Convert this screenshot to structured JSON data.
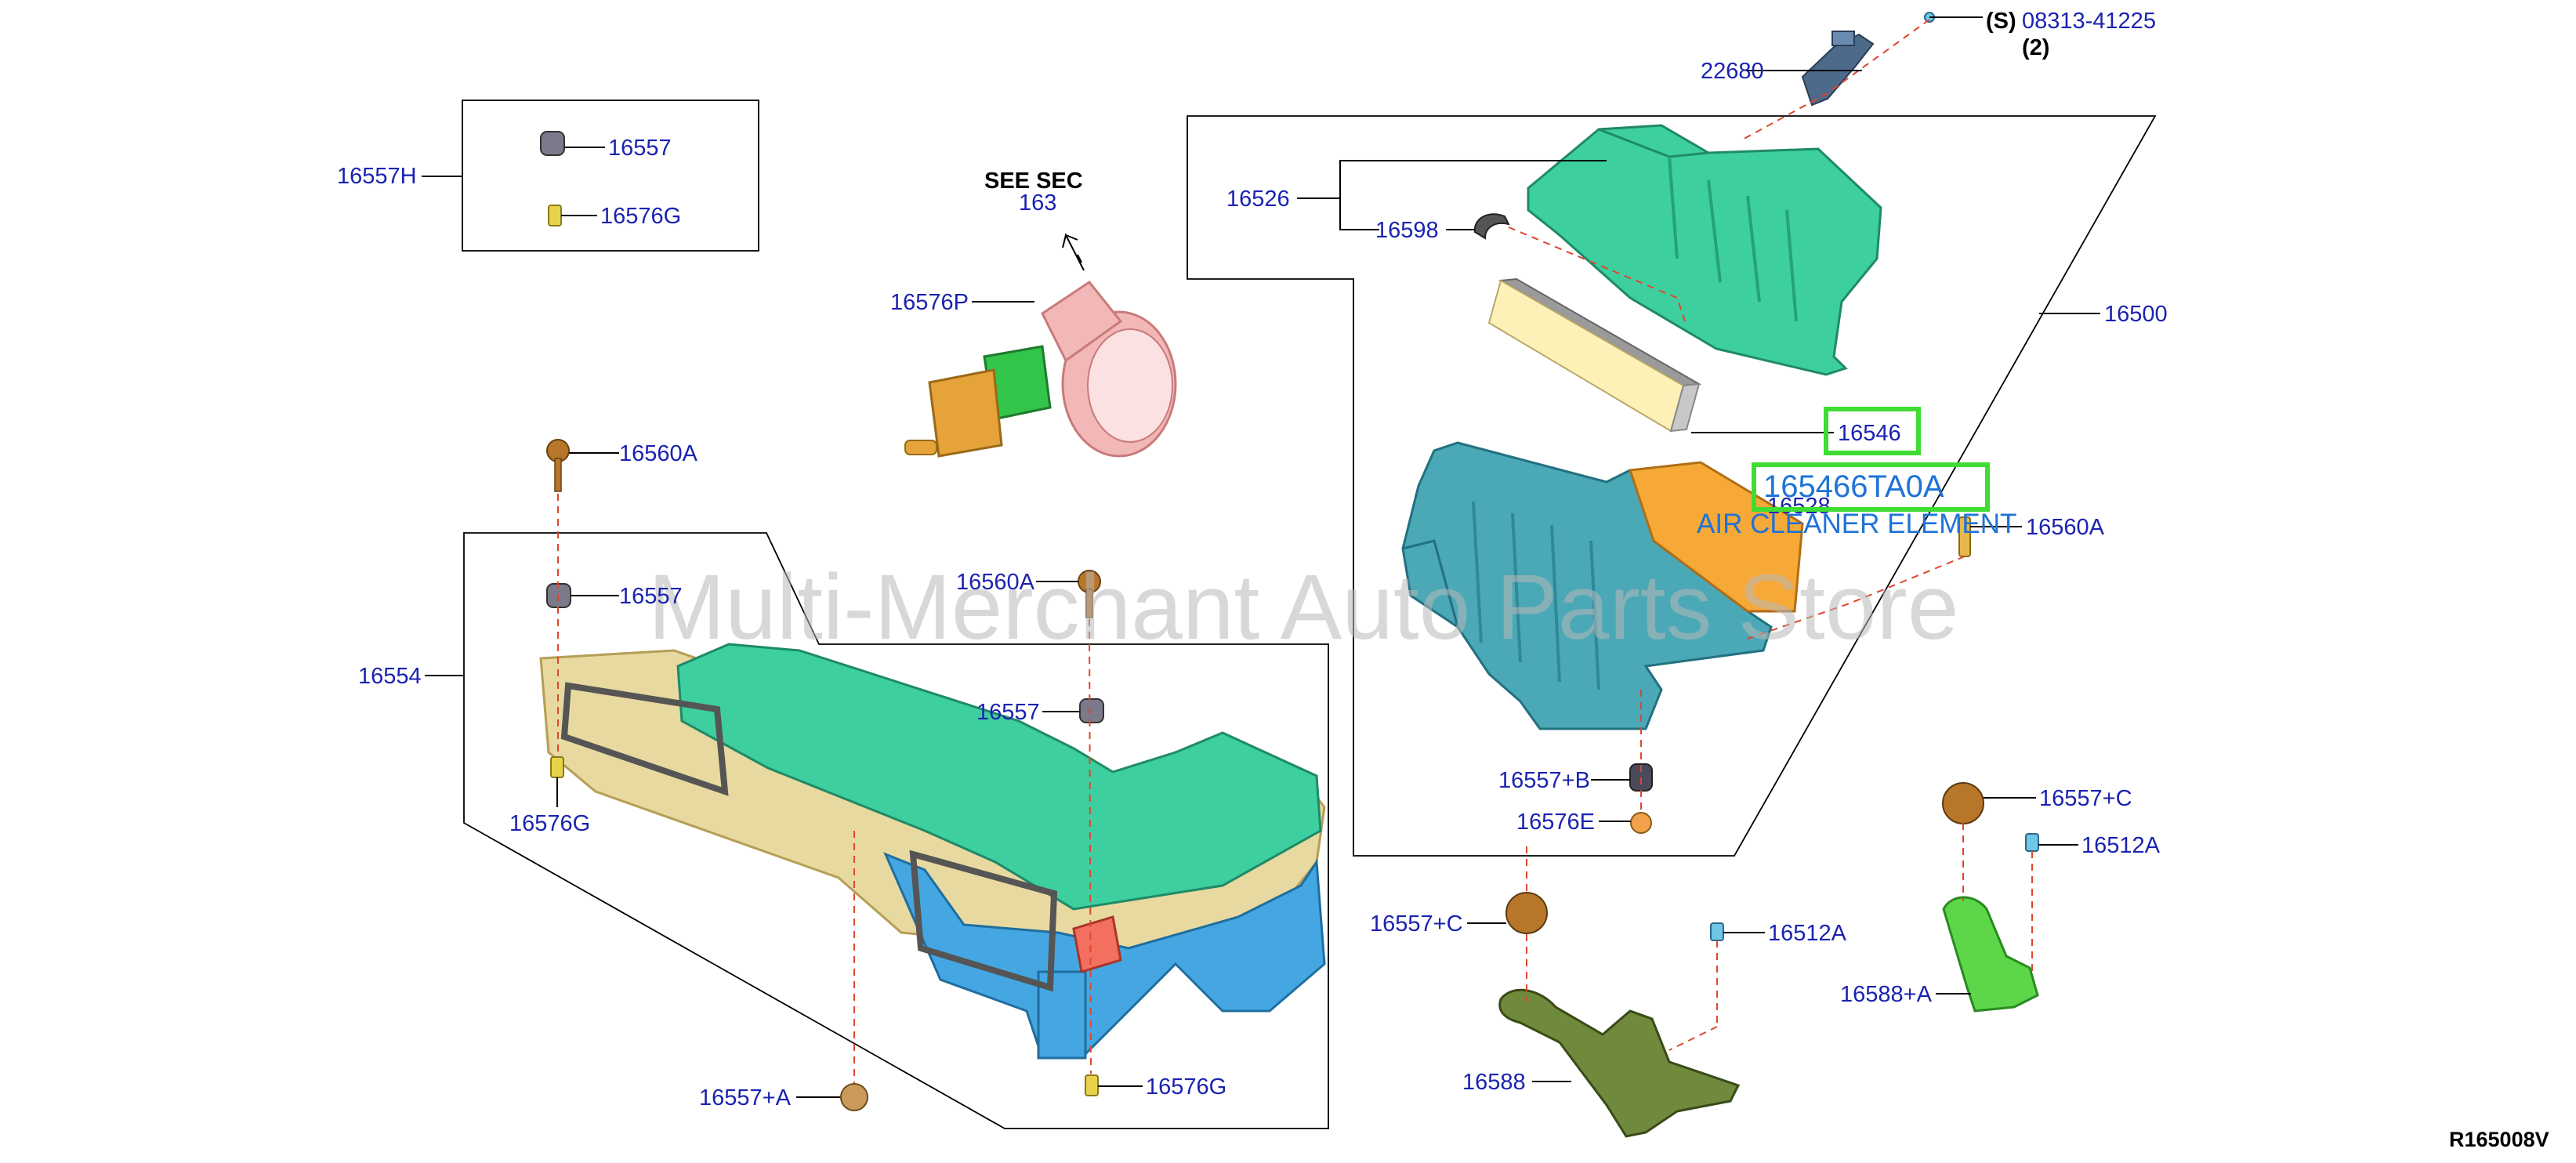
{
  "labels": {
    "p22680": "22680",
    "p08313": "08313-41225",
    "s_prefix": "(S)",
    "qty": "(2)",
    "p16557H": "16557H",
    "p16557_box": "16557",
    "p16576G_box": "16576G",
    "see_sec": "SEE SEC",
    "sec_num": "163",
    "p16576P": "16576P",
    "p16526": "16526",
    "p16598": "16598",
    "p16500": "16500",
    "p16546": "16546",
    "p16528": "16528",
    "p16560A_right": "16560A",
    "p16560A_left": "16560A",
    "p16557_left": "16557",
    "p16554": "16554",
    "p16576G_left": "16576G",
    "p16560A_mid": "16560A",
    "p16557_mid": "16557",
    "p16557A": "16557+A",
    "p16576G_bottom": "16576G",
    "p16557B": "16557+B",
    "p16576E": "16576E",
    "p16557C_left": "16557+C",
    "p16512A_left": "16512A",
    "p16588": "16588",
    "p16557C_right": "16557+C",
    "p16512A_right": "16512A",
    "p16588A": "16588+A",
    "diagram_id": "R165008V"
  },
  "highlight": {
    "part_number": "165466TA0A",
    "description": "AIR CLEANER ELEMENT"
  },
  "watermark": "Multi-Merchant Auto Parts Store",
  "colors": {
    "part_label": "#1a23b0",
    "highlight_box": "#3fdc33",
    "highlight_text": "#1e73d8",
    "leader_dash": "#e0452e",
    "cover_green": "#3dcf9f",
    "case_teal": "#4ba8b6",
    "duct_tan": "#e8d9a0",
    "duct_blue": "#45a7e2",
    "bracket_olive": "#6f8a3c",
    "bracket_green": "#5ed64a",
    "hose_pink": "#f2b7b7"
  }
}
